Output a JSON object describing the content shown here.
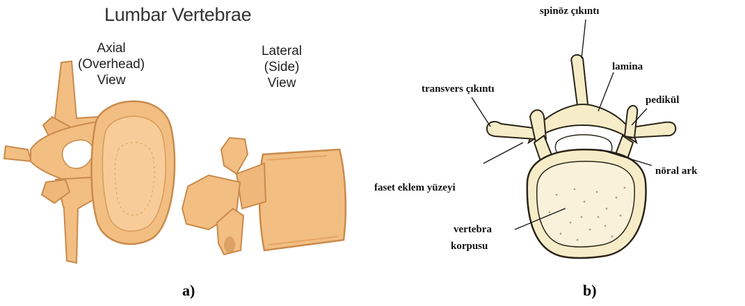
{
  "left_panel": {
    "title": "Lumbar Vertebrae",
    "axial_view": [
      "Axial",
      "(Overhead)",
      "View"
    ],
    "lateral_view": [
      "Lateral",
      "(Side)",
      "View"
    ],
    "caption": "a)"
  },
  "right_panel": {
    "labels": {
      "spinous_process": "spinöz çıkıntı",
      "lamina": "lamina",
      "transverse_process": "transvers çıkıntı",
      "pedicle": "pedikül",
      "facet_joint_surface": "faset eklem yüzeyi",
      "neural_arch": "nöral ark",
      "vertebral_body_line1": "vertebra",
      "vertebral_body_line2": "korpusu"
    },
    "caption": "b)"
  },
  "colors": {
    "bone_fill": "#f2be82",
    "bone_stroke": "#c98a4b",
    "bone_shadow": "#e3a565",
    "sketch_fill": "#f6edc8",
    "sketch_stroke": "#2a2418"
  }
}
